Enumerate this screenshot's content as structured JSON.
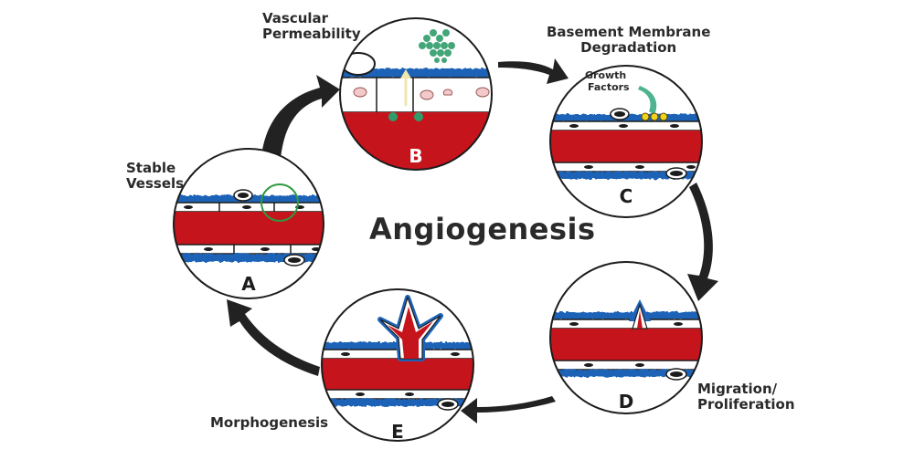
{
  "title": "Angiogenesis",
  "stages": [
    {
      "letter": "A",
      "label_lines": [
        "Stable",
        "Vessels"
      ]
    },
    {
      "letter": "B",
      "label_lines": [
        "Vascular",
        "Permeability"
      ]
    },
    {
      "letter": "C",
      "label_lines": [
        "Basement Membrane",
        "Degradation"
      ],
      "inset_label_lines": [
        "Growth",
        "Factors"
      ]
    },
    {
      "letter": "D",
      "label_lines": [
        "Migration/",
        "Proliferation"
      ]
    },
    {
      "letter": "E",
      "label_lines": [
        "Morphogenesis"
      ]
    }
  ],
  "colors": {
    "blood": "#c5141c",
    "membrane": "#1f63b7",
    "outline": "#1c1c1c",
    "growth_factor": "#2ea77b",
    "particles": "#2f9d6b",
    "highlight": "#2e9a3f",
    "arrow": "#222222",
    "yellow": "#f2d21a"
  }
}
